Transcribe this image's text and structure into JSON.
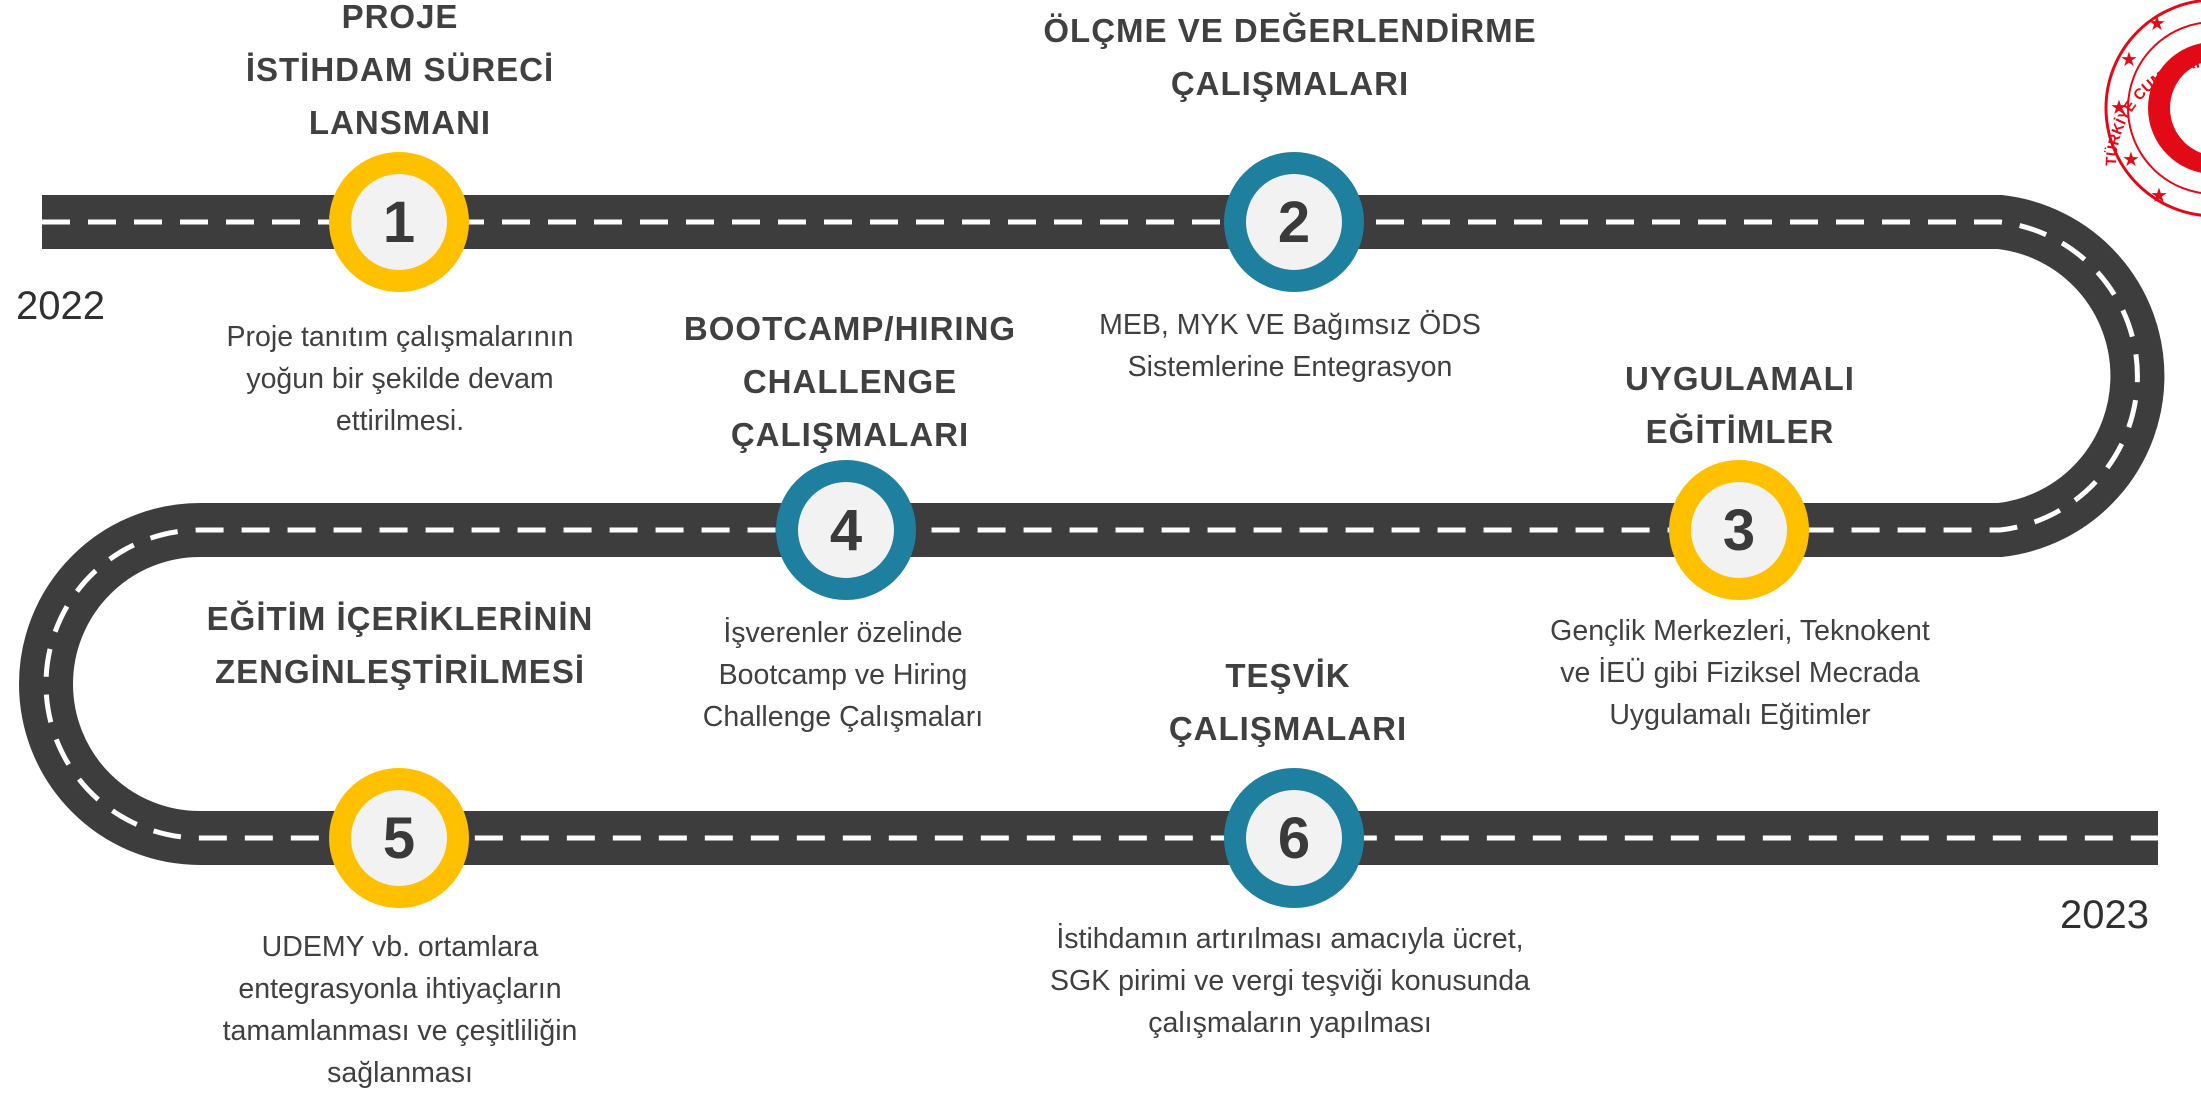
{
  "years": {
    "start": "2022",
    "end": "2023"
  },
  "colors": {
    "road": "#3d3d3d",
    "lane": "#ffffff",
    "yellow": "#ffc000",
    "teal": "#1f7f9f",
    "logo": "#e30a17"
  },
  "milestones": [
    {
      "number": "1",
      "color": "yellow",
      "title": "PROJE\nİSTİHDAM SÜRECİ\nLANSMANI",
      "desc": "Proje tanıtım çalışmalarının\nyoğun bir şekilde devam\nettirilmesi."
    },
    {
      "number": "2",
      "color": "teal",
      "title": "ÖLÇME VE DEĞERLENDİRME\nÇALIŞMALARI",
      "desc": "MEB, MYK VE Bağımsız ÖDS\nSistemlerine Entegrasyon"
    },
    {
      "number": "3",
      "color": "yellow",
      "title": "UYGULAMALI\nEĞİTİMLER",
      "desc": "Gençlik Merkezleri, Teknokent\nve İEÜ gibi Fiziksel Mecrada\nUygulamalı Eğitimler"
    },
    {
      "number": "4",
      "color": "teal",
      "title": "BOOTCAMP/HIRING\nCHALLENGE\nÇALIŞMALARI",
      "desc": "İşverenler özelinde\nBootcamp ve Hiring\nChallenge Çalışmaları"
    },
    {
      "number": "5",
      "color": "yellow",
      "title": "EĞİTİM İÇERİKLERİNİN\nZENGİNLEŞTİRİLMESİ",
      "desc": "UDEMY vb. ortamlara\nentegrasyonla ihtiyaçların\ntamamlanması ve çeşitliliğin\nsağlanması"
    },
    {
      "number": "6",
      "color": "teal",
      "title": "TEŞVİK\nÇALIŞMALARI",
      "desc": "İstihdamın artırılması amacıyla ücret,\nSGK pirimi ve vergi teşviği konusunda\nçalışmaların yapılması"
    }
  ],
  "logo": {
    "text": "TÜRKİYE CUMHURİYETİ"
  }
}
